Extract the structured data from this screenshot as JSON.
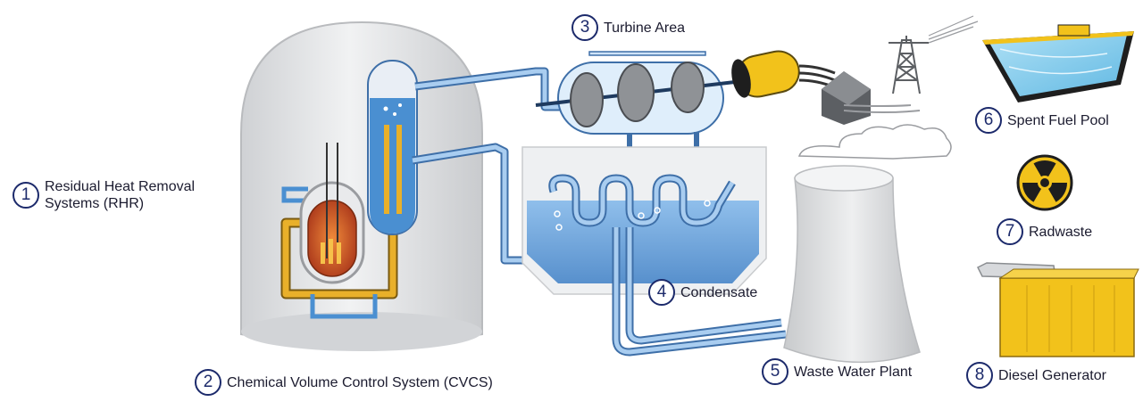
{
  "labels": [
    {
      "num": "1",
      "text": "Residual Heat Removal\nSystems (RHR)"
    },
    {
      "num": "2",
      "text": "Chemical Volume Control System (CVCS)"
    },
    {
      "num": "3",
      "text": "Turbine Area"
    },
    {
      "num": "4",
      "text": "Condensate"
    },
    {
      "num": "5",
      "text": "Waste Water Plant"
    },
    {
      "num": "6",
      "text": "Spent Fuel Pool"
    },
    {
      "num": "7",
      "text": "Radwaste"
    },
    {
      "num": "8",
      "text": "Diesel Generator"
    }
  ],
  "colors": {
    "number_ring": "#1c2a6b",
    "pipe_blue": "#4a8fd1",
    "pipe_gold": "#e0a21c",
    "water": "#6aa8e4",
    "containment": "#e6e7e9",
    "generator_yellow": "#f2c21b",
    "reactor_core": "#d4531f"
  },
  "icons": [
    "containment-dome",
    "reactor-vessel",
    "steam-generator",
    "turbine",
    "generator",
    "transformer",
    "transmission-tower",
    "condenser",
    "cooling-tower",
    "spent-fuel-pool",
    "radiation-symbol",
    "diesel-generator"
  ]
}
